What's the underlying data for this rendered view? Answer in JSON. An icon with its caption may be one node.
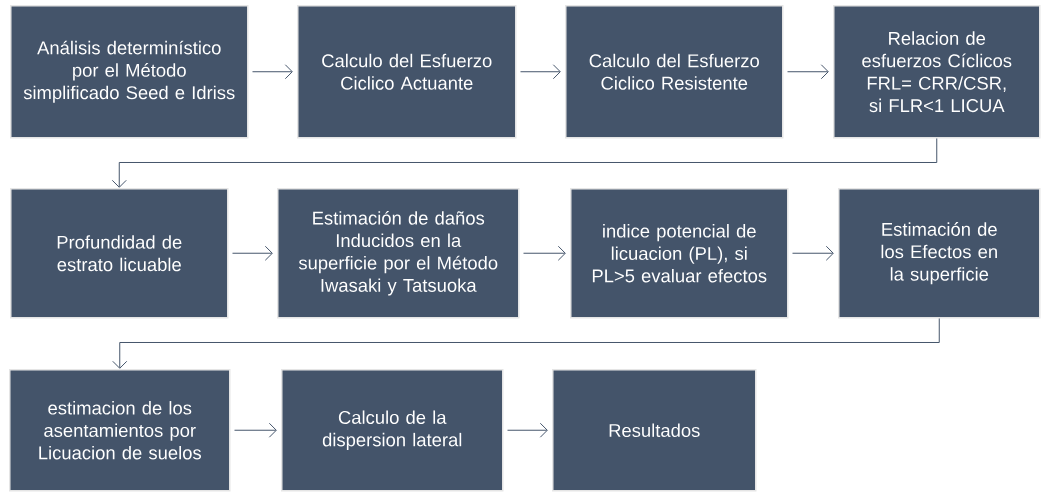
{
  "diagram": {
    "nodes": [
      {
        "text": [
          "Análisis determinístico por el Método simplificado Seed e Idriss"
        ]
      },
      {
        "text": [
          "Calculo del Esfuerzo Ciclico Actuante"
        ]
      },
      {
        "text": [
          "Calculo del Esfuerzo Ciclico Resistente"
        ]
      },
      {
        "text": [
          "Relacion de esfuerzos Cíclicos FRL= CRR/CSR, si FLR<1 LICUA"
        ]
      },
      {
        "text": [
          "Profundidad de estrato licuable"
        ]
      },
      {
        "text": [
          "Estimación de daños Inducidos en la superficie por el Método Iwasaki y Tatsuoka"
        ]
      },
      {
        "text": [
          "indice potencial de licuacion (PL), si PL>5 evaluar efectos"
        ]
      },
      {
        "text": [
          "Estimación de los Efectos en la superficie"
        ]
      },
      {
        "text": [
          "estimacion de los asentamientos por Licuacion de suelos"
        ]
      },
      {
        "text": [
          "Calculo de la dispersion lateral"
        ]
      },
      {
        "text": [
          "Resultados"
        ]
      }
    ],
    "edges": [
      {
        "from": 0,
        "to": 1,
        "arrow": "to"
      },
      {
        "from": 1,
        "to": 2,
        "arrow": "to"
      },
      {
        "from": 2,
        "to": 3,
        "arrow": "to"
      },
      {
        "from": 3,
        "to": 4,
        "arrow": "to"
      },
      {
        "from": 4,
        "to": 5,
        "arrow": "to"
      },
      {
        "from": 5,
        "to": 6,
        "arrow": "to"
      },
      {
        "from": 6,
        "to": 7,
        "arrow": "to"
      },
      {
        "from": 7,
        "to": 8,
        "arrow": "to"
      },
      {
        "from": 8,
        "to": 9,
        "arrow": "to"
      },
      {
        "from": 9,
        "to": 10,
        "arrow": "to"
      }
    ]
  }
}
